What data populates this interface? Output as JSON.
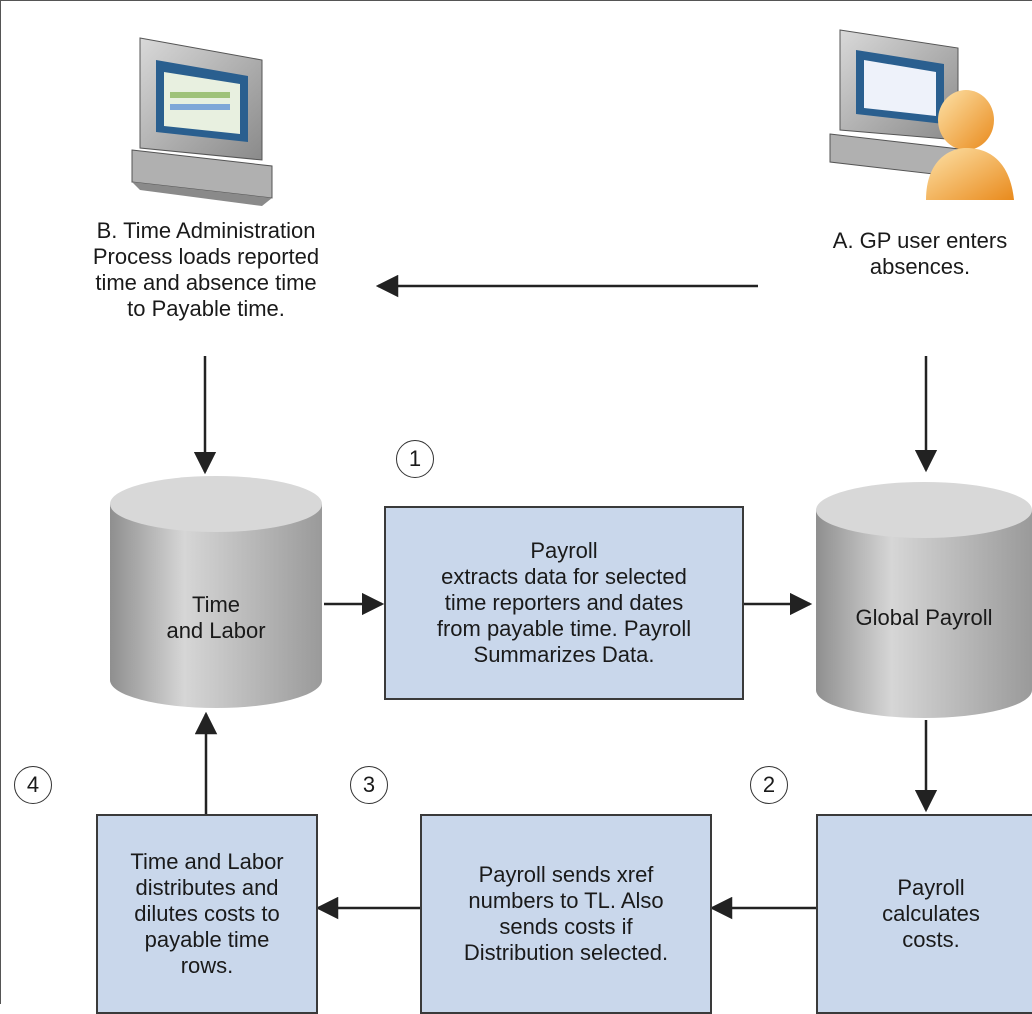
{
  "figure": {
    "step_a": "A.  GP user enters\nabsences.",
    "step_b": "B. Time Administration\nProcess loads reported\ntime and absence time\nto Payable time.",
    "db_time_labor": "Time\nand Labor",
    "db_global_payroll": "Global Payroll",
    "box_extract": "Payroll\nextracts data for selected\ntime reporters and dates\nfrom payable time. Payroll\nSummarizes Data.",
    "box_calculate": "Payroll\ncalculates\ncosts.",
    "box_send_xref": "Payroll sends xref\nnumbers to TL. Also\nsends costs if\nDistribution selected.",
    "box_distribute": "Time and Labor\ndistributes and\ndilutes costs to\npayable time\nrows.",
    "step_numbers": [
      "1",
      "2",
      "3",
      "4"
    ]
  },
  "icons": {
    "computer": "computer-icon",
    "user_computer": "user-computer-icon"
  },
  "colors": {
    "box_fill": "#c9d7eb",
    "cylinder_fill": "#c4c4c4",
    "person": "#f2a53a"
  }
}
